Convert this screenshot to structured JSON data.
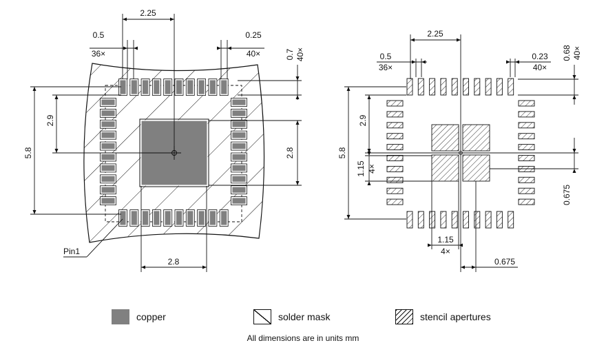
{
  "left": {
    "dims": {
      "pad_span": "2.25",
      "pitch": "0.5",
      "pitch_count": "36×",
      "pad_width": "0.25",
      "pad_width_count": "40×",
      "pad_length": "0.7",
      "pad_length_count": "40×",
      "inner_half": "2.9",
      "outer": "5.8",
      "thermal_pad": "2.8",
      "thermal_pad_bottom": "2.8"
    },
    "pin1_label": "Pin1"
  },
  "right": {
    "dims": {
      "pad_span": "2.25",
      "pitch": "0.5",
      "pitch_count": "36×",
      "aperture_width": "0.23",
      "aperture_width_count": "40×",
      "aperture_length": "0.68",
      "aperture_length_count": "40×",
      "inner_half": "2.9",
      "outer": "5.8",
      "sub_aperture": "1.15",
      "sub_aperture_count": "4×",
      "sub_aperture_bottom": "1.15",
      "sub_aperture_bottom_count": "4×",
      "gap_right": "0.675",
      "gap_bottom": "0.675"
    }
  },
  "legend": {
    "copper": "copper",
    "solder_mask": "solder mask",
    "stencil": "stencil apertures"
  },
  "colors": {
    "copper": "#808080",
    "line": "#111111",
    "background": "#ffffff"
  },
  "footnote": "All dimensions are in units mm"
}
